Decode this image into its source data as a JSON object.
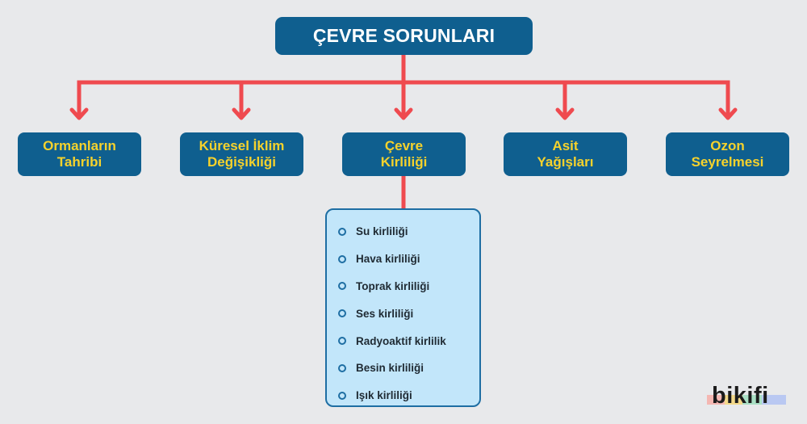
{
  "diagram": {
    "root": "ÇEVRE SORUNLARI",
    "children": [
      {
        "line1": "Ormanların",
        "line2": "Tahribi"
      },
      {
        "line1": "Küresel İklim",
        "line2": "Değişikliği"
      },
      {
        "line1": "Çevre",
        "line2": "Kirliliği"
      },
      {
        "line1": "Asit",
        "line2": "Yağışları"
      },
      {
        "line1": "Ozon",
        "line2": "Seyrelmesi"
      }
    ],
    "pollution_types": [
      "Su kirliliği",
      "Hava kirliliği",
      "Toprak kirliliği",
      "Ses kirliliği",
      "Radyoaktif kirlilik",
      "Besin kirliliği",
      "Işık kirliliği"
    ]
  },
  "brand": {
    "logo_text": "bikifi"
  },
  "colors": {
    "box_fill": "#0f5f8f",
    "child_text": "#f6d22c",
    "root_text": "#ffffff",
    "connector": "#ef4a4f",
    "list_fill": "#c2e6fa",
    "background": "#e8e9eb"
  }
}
